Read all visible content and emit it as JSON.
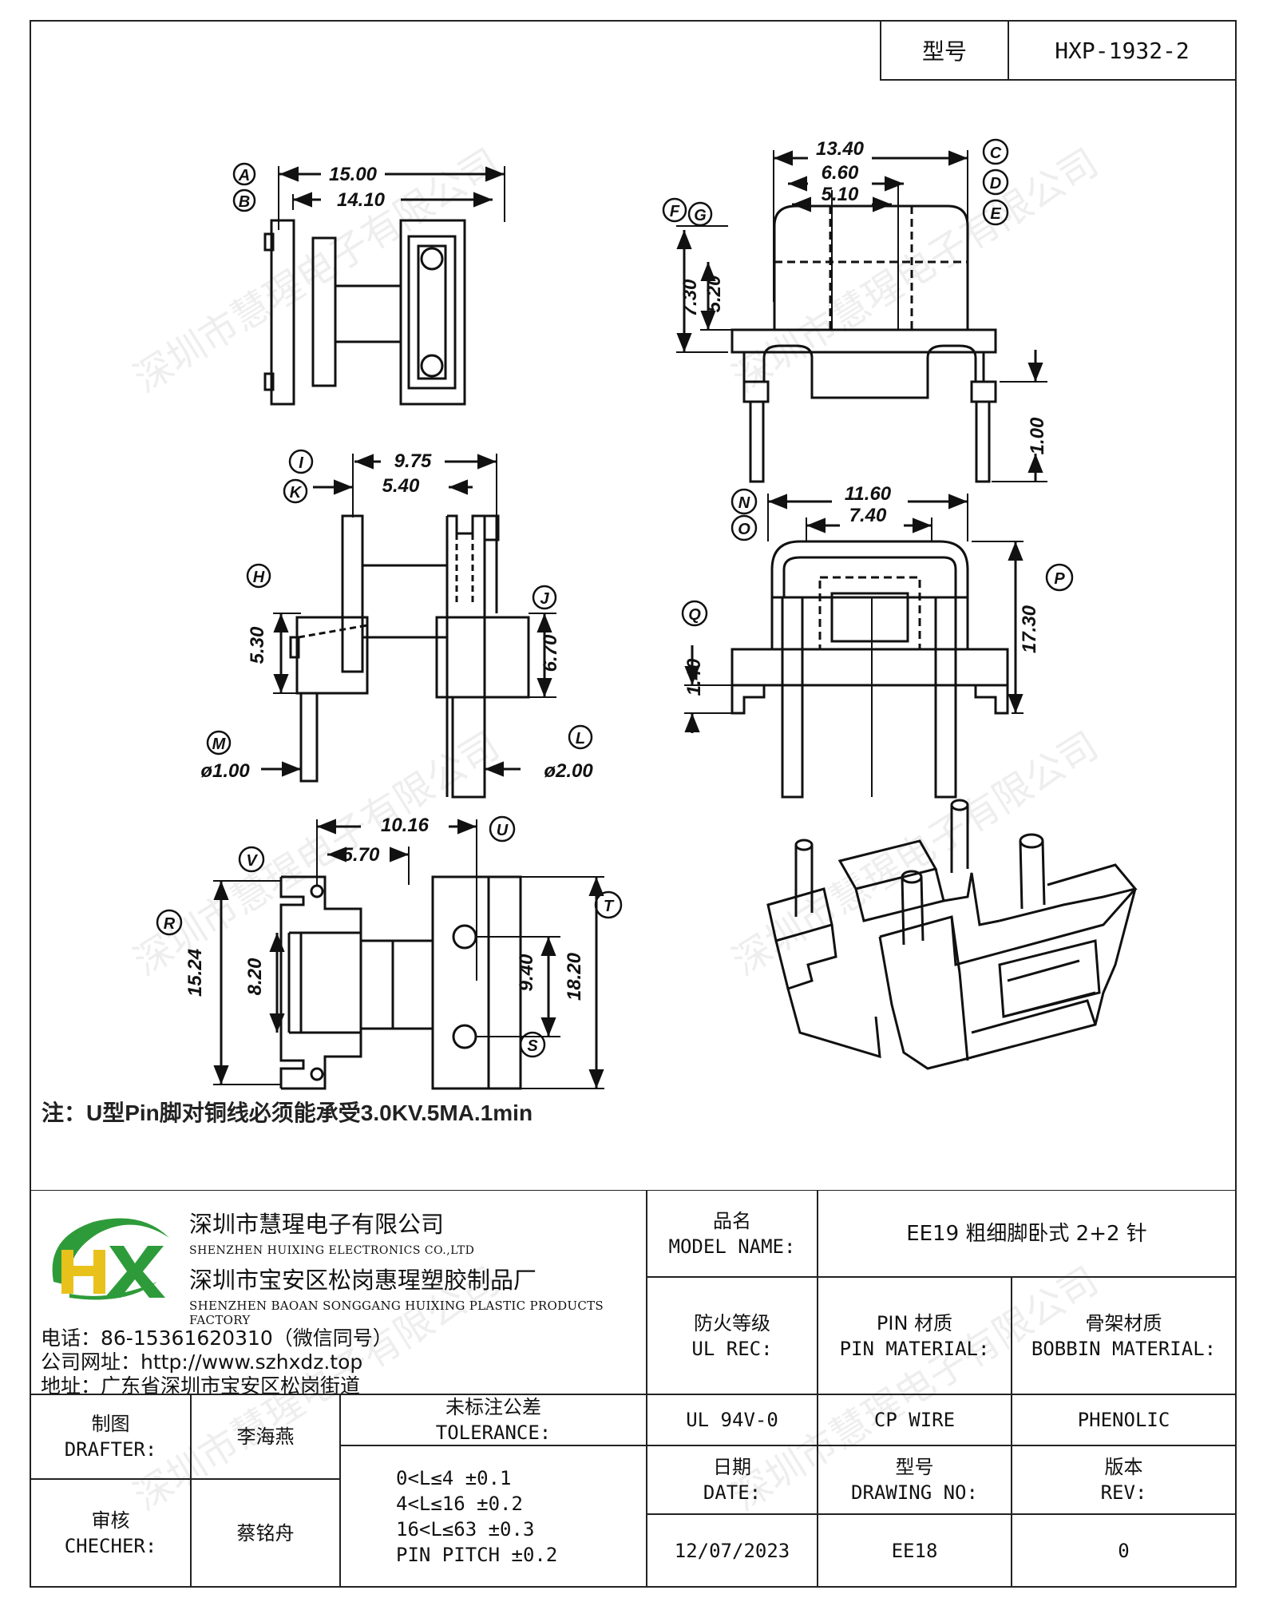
{
  "header": {
    "model_label": "型号",
    "model_value": "HXP-1932-2"
  },
  "note": "注：U型Pin脚对铜线必须能承受3.0KV.5MA.1min",
  "watermark": "深圳市慧瑆电子有限公司",
  "dims": {
    "top_left": {
      "A": "A",
      "B": "B",
      "d15": "15.00",
      "d1410": "14.10"
    },
    "top_right": {
      "C": "C",
      "D": "D",
      "E": "E",
      "F": "F",
      "G": "G",
      "d1340": "13.40",
      "d660": "6.60",
      "d510": "5.10",
      "d730": "7.30",
      "d520": "5.20",
      "d100": "1.00"
    },
    "mid_left": {
      "I": "I",
      "K": "K",
      "H": "H",
      "J": "J",
      "M": "M",
      "L": "L",
      "d975": "9.75",
      "d540": "5.40",
      "d530": "5.30",
      "d670": "6.70",
      "dia1": "ø1.00",
      "dia2": "ø2.00"
    },
    "mid_right": {
      "N": "N",
      "O": "O",
      "P": "P",
      "Q": "Q",
      "d1160": "11.60",
      "d740": "7.40",
      "d1730": "17.30",
      "d140": "1.40"
    },
    "bottom_left": {
      "V": "V",
      "U": "U",
      "R": "R",
      "T": "T",
      "S": "S",
      "d1016": "10.16",
      "d570": "5.70",
      "d1524": "15.24",
      "d820": "8.20",
      "d940": "9.40",
      "d1820": "18.20"
    }
  },
  "company": {
    "name_cn": "深圳市慧瑆电子有限公司",
    "name_en": "SHENZHEN HUIXING ELECTRONICS CO.,LTD",
    "factory_cn": "深圳市宝安区松岗惠瑆塑胶制品厂",
    "factory_en": "SHENZHEN BAOAN SONGGANG HUIXING PLASTIC PRODUCTS FACTORY",
    "phone": "电话：86-15361620310（微信同号）",
    "website": "公司网址：http://www.szhxdz.top",
    "address": "地址：广东省深圳市宝安区松岗街道"
  },
  "table": {
    "model_name_cn": "品名",
    "model_name_en": "MODEL NAME:",
    "model_name_value": "EE19 粗细脚卧式 2+2 针",
    "ul_cn": "防火等级",
    "ul_en": "UL REC:",
    "pin_cn": "PIN 材质",
    "pin_en": "PIN MATERIAL:",
    "bobbin_cn": "骨架材质",
    "bobbin_en": "BOBBIN MATERIAL:",
    "ul_value": "UL 94V-0",
    "pin_value": "CP WIRE",
    "bobbin_value": "PHENOLIC",
    "drafter_cn": "制图",
    "drafter_en": "DRAFTER:",
    "drafter_name": "李海燕",
    "checker_cn": "审核",
    "checker_en": "CHECHER:",
    "checker_name": "蔡铭舟",
    "tol_cn": "未标注公差",
    "tol_en": "TOLERANCE:",
    "tol_lines": [
      "0<L≤4   ±0.1",
      "4<L≤16  ±0.2",
      "16<L≤63 ±0.3",
      "PIN PITCH ±0.2"
    ],
    "date_cn": "日期",
    "date_en": "DATE:",
    "date_value": "12/07/2023",
    "drawing_cn": "型号",
    "drawing_en": "DRAWING NO:",
    "drawing_value": "EE18",
    "rev_cn": "版本",
    "rev_en": "REV:",
    "rev_value": "0"
  },
  "logo": {
    "text": "HX",
    "colors": {
      "green": "#2e9b3a",
      "yellow": "#e8c21a"
    }
  }
}
